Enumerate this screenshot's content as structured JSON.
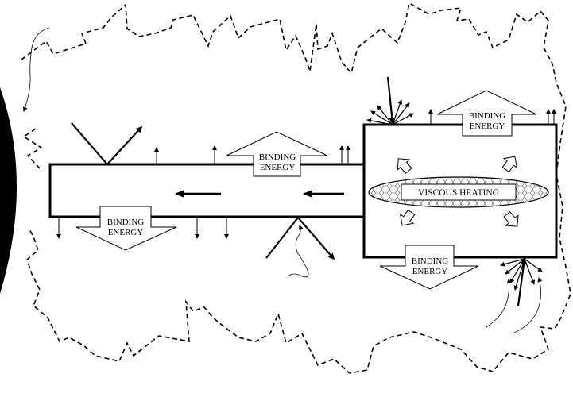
{
  "labels": {
    "binding_energy_line1": "BINDING",
    "binding_energy_line2": "ENERGY",
    "viscous_heating": "VISCOUS HEATING"
  },
  "colors": {
    "stroke": "#000000",
    "fill": "#ffffff",
    "star": "#000000"
  }
}
